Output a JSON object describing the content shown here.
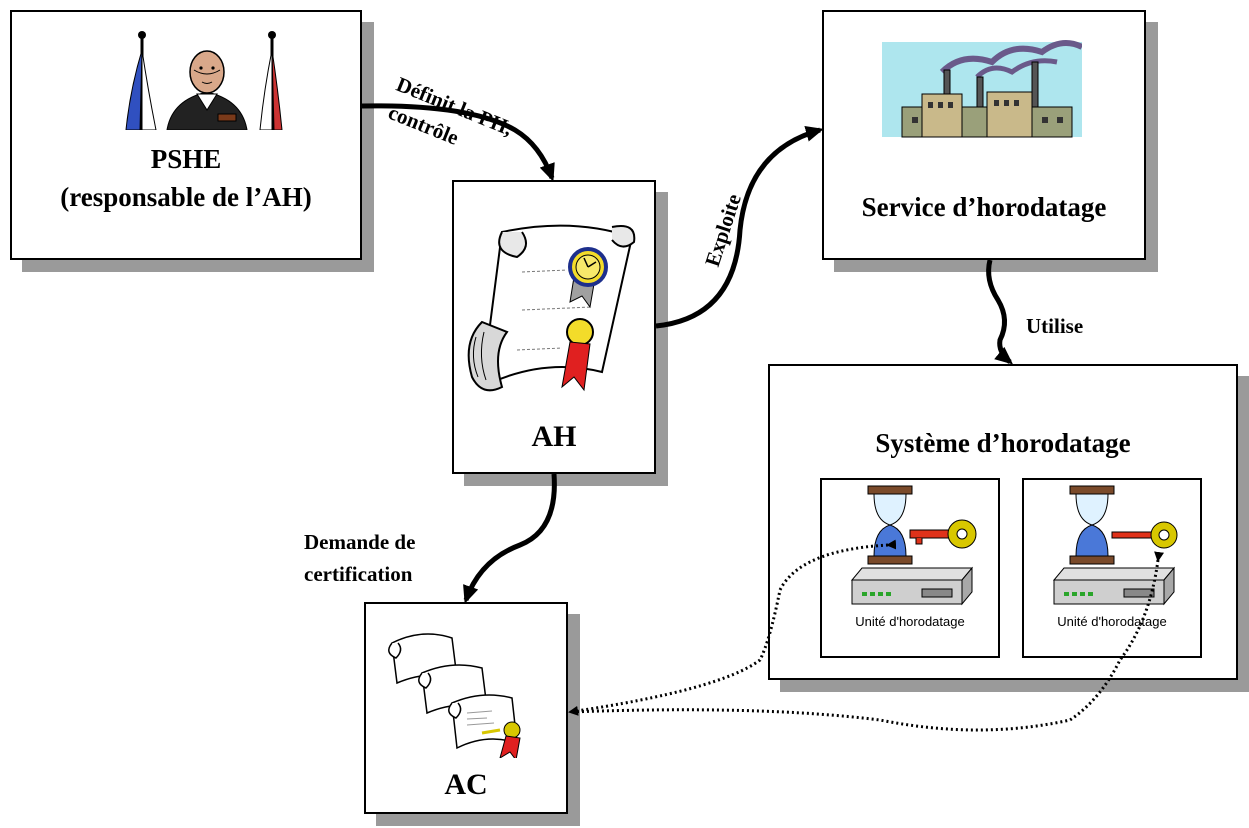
{
  "nodes": {
    "pshe": {
      "title": "PSHE",
      "subtitle": "(responsable de l’AH)"
    },
    "ah": {
      "title": "AH"
    },
    "service": {
      "title": "Service d’horodatage"
    },
    "systeme": {
      "title": "Système d’horodatage"
    },
    "unit1": {
      "label": "Unité d'horodatage"
    },
    "unit2": {
      "label": "Unité d'horodatage"
    },
    "ac": {
      "title": "AC"
    }
  },
  "edges": {
    "definit": {
      "line1": "Définit la PH,",
      "line2": "contrôle"
    },
    "exploite": {
      "label": "Exploite"
    },
    "utilise": {
      "label": "Utilise"
    },
    "demande": {
      "line1": "Demande de",
      "line2": "certification"
    }
  },
  "colors": {
    "shadow": "#9a9a9a",
    "key": "#d63a1a",
    "key_gold": "#d8c700",
    "sky": "#a8e8f0"
  }
}
